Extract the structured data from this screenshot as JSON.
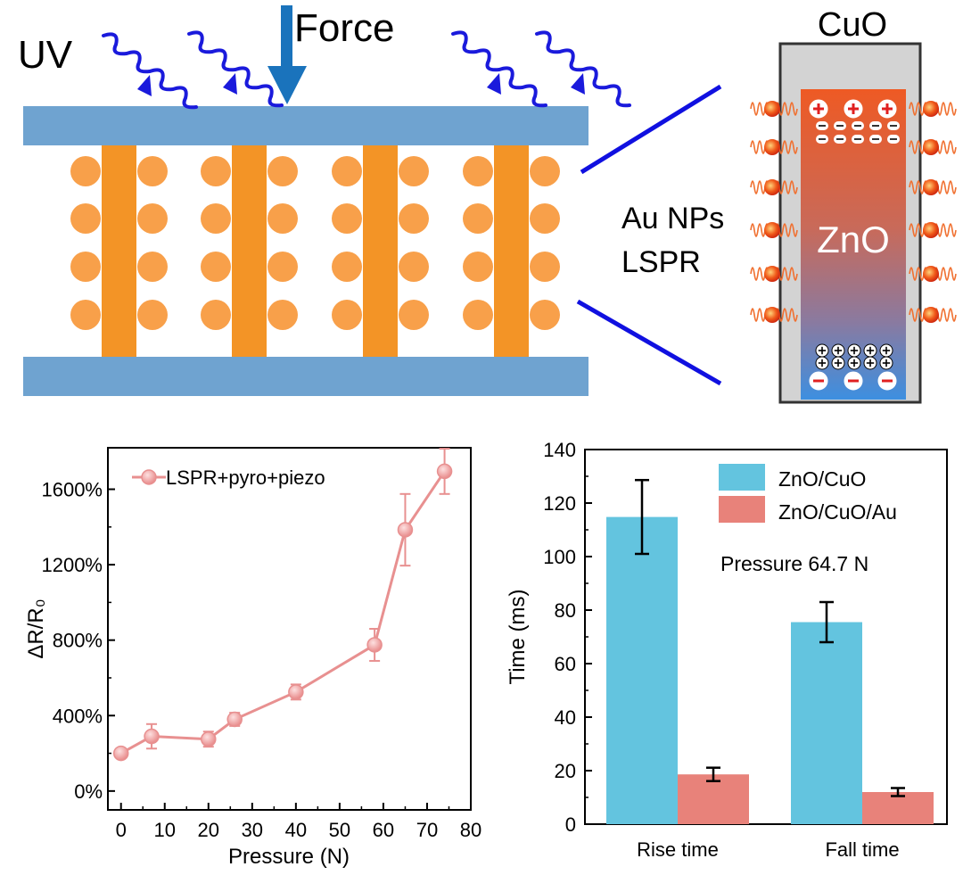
{
  "schematic": {
    "uv_label": "UV",
    "force_label": "Force",
    "cuo_label": "CuO",
    "zno_label": "ZnO",
    "au_label_line1": "Au NPs",
    "au_label_line2": "LSPR",
    "colors": {
      "substrate": "#6fa3d0",
      "nanorod": "#f39426",
      "nanoparticle": "#f8a04a",
      "arrow": "#1a73bc",
      "uv_wave": "#1a1adc",
      "zoom_line": "#1010e0",
      "cuo_shell": "#d3d3d3",
      "zno_top": "#ee5a24",
      "zno_bottom": "#3d8fe0",
      "au_particle": "#f05a1a"
    }
  },
  "chart_data": [
    {
      "type": "line",
      "xlabel": "Pressure (N)",
      "ylabel": "ΔR/R₀",
      "xlim": [
        -3,
        80
      ],
      "ylim": [
        -100,
        1820
      ],
      "x_ticks": [
        "0",
        "10",
        "20",
        "30",
        "40",
        "50",
        "60",
        "70",
        "80"
      ],
      "y_ticks": [
        "0%",
        "400%",
        "800%",
        "1200%",
        "1600%"
      ],
      "legend_position": "top-left",
      "series": [
        {
          "name": "LSPR+pyro+piezo",
          "color": "#e89090",
          "x": [
            0,
            7,
            20,
            26,
            40,
            58,
            65,
            74
          ],
          "y": [
            200,
            290,
            275,
            380,
            525,
            775,
            1385,
            1695
          ],
          "err": [
            15,
            65,
            40,
            35,
            40,
            85,
            190,
            120
          ]
        }
      ]
    },
    {
      "type": "bar",
      "xlabel": "",
      "ylabel": "Time (ms)",
      "ylim": [
        0,
        140
      ],
      "y_ticks": [
        "0",
        "20",
        "40",
        "60",
        "80",
        "100",
        "120",
        "140"
      ],
      "categories": [
        "Rise time",
        "Fall time"
      ],
      "annotation": "Pressure 64.7 N",
      "legend_position": "top-right",
      "series": [
        {
          "name": "ZnO/CuO",
          "color": "#63c4df",
          "values": [
            114.8,
            75.5
          ],
          "err": [
            13.8,
            7.5
          ]
        },
        {
          "name": "ZnO/CuO/Au",
          "color": "#e8827a",
          "values": [
            18.6,
            12.0
          ],
          "err": [
            2.5,
            1.5
          ]
        }
      ]
    }
  ]
}
